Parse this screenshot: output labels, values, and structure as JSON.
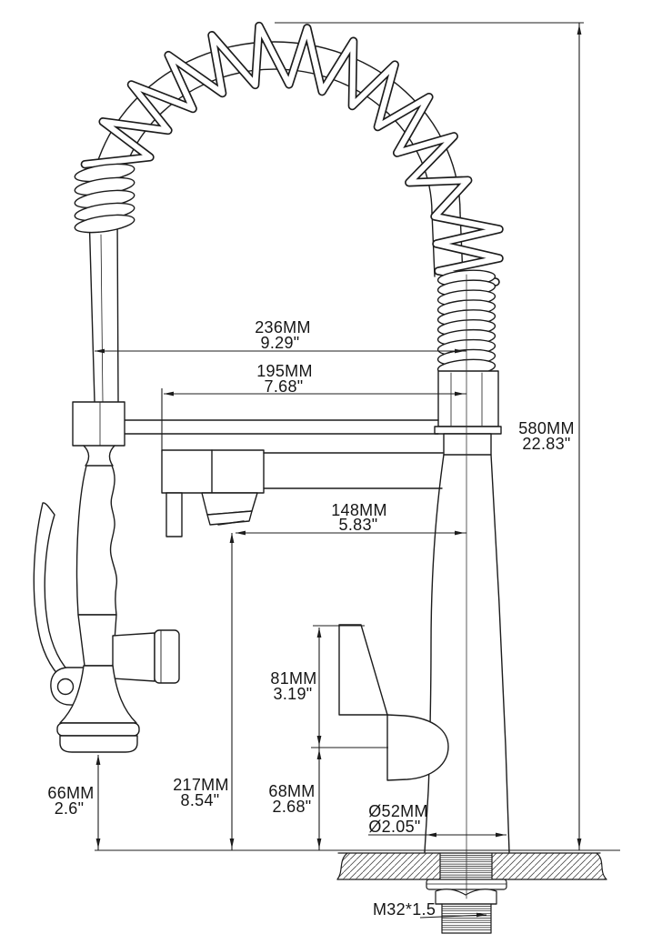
{
  "drawing": {
    "line_color": "#1c1c1c",
    "background": "#ffffff"
  },
  "dims": {
    "d236": {
      "mm": "236MM",
      "inch": "9.29\""
    },
    "d195": {
      "mm": "195MM",
      "inch": "7.68\""
    },
    "d580": {
      "mm": "580MM",
      "inch": "22.83\""
    },
    "d148": {
      "mm": "148MM",
      "inch": "5.83\""
    },
    "d81": {
      "mm": "81MM",
      "inch": "3.19\""
    },
    "d68": {
      "mm": "68MM",
      "inch": "2.68\""
    },
    "d217": {
      "mm": "217MM",
      "inch": "8.54\""
    },
    "d66": {
      "mm": "66MM",
      "inch": "2.6\""
    },
    "d52": {
      "mm": "Ø52MM",
      "inch": "Ø2.05\""
    },
    "thread": "M32*1.5"
  }
}
